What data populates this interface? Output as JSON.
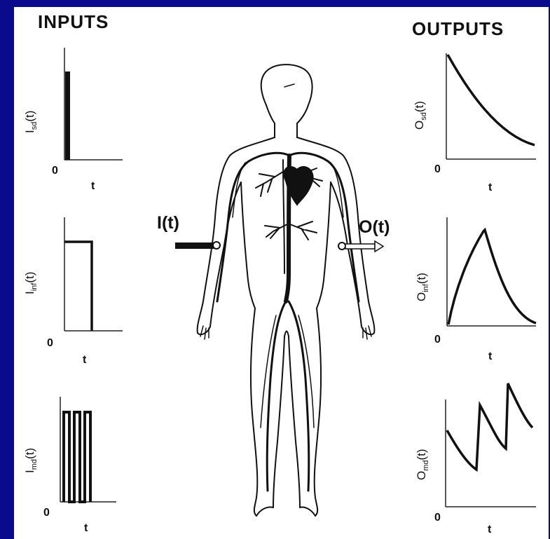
{
  "headings": {
    "inputs": "INPUTS",
    "outputs": "OUTPUTS"
  },
  "center": {
    "input_label": "I(t)",
    "output_label": "O(t)"
  },
  "inputs": [
    {
      "id": "sd",
      "axis_main": "I",
      "axis_sub": "sd",
      "axis_suffix": "(t)",
      "origin": "0",
      "xlabel": "t"
    },
    {
      "id": "inf",
      "axis_main": "I",
      "axis_sub": "inf",
      "axis_suffix": "(t)",
      "origin": "0",
      "xlabel": "t"
    },
    {
      "id": "md",
      "axis_main": "I",
      "axis_sub": "md",
      "axis_suffix": "(t)",
      "origin": "0",
      "xlabel": "t"
    }
  ],
  "outputs": [
    {
      "id": "sd",
      "axis_main": "O",
      "axis_sub": "sd",
      "axis_suffix": "(t)",
      "origin": "0",
      "xlabel": "t"
    },
    {
      "id": "inf",
      "axis_main": "O",
      "axis_sub": "inf",
      "axis_suffix": "(t)",
      "origin": "0",
      "xlabel": "t"
    },
    {
      "id": "md",
      "axis_main": "O",
      "axis_sub": "md",
      "axis_suffix": "(t)",
      "origin": "0",
      "xlabel": "t"
    }
  ],
  "colors": {
    "background": "#0a0a8c",
    "ink": "#111111",
    "arrow_fill": "#ffffff"
  }
}
